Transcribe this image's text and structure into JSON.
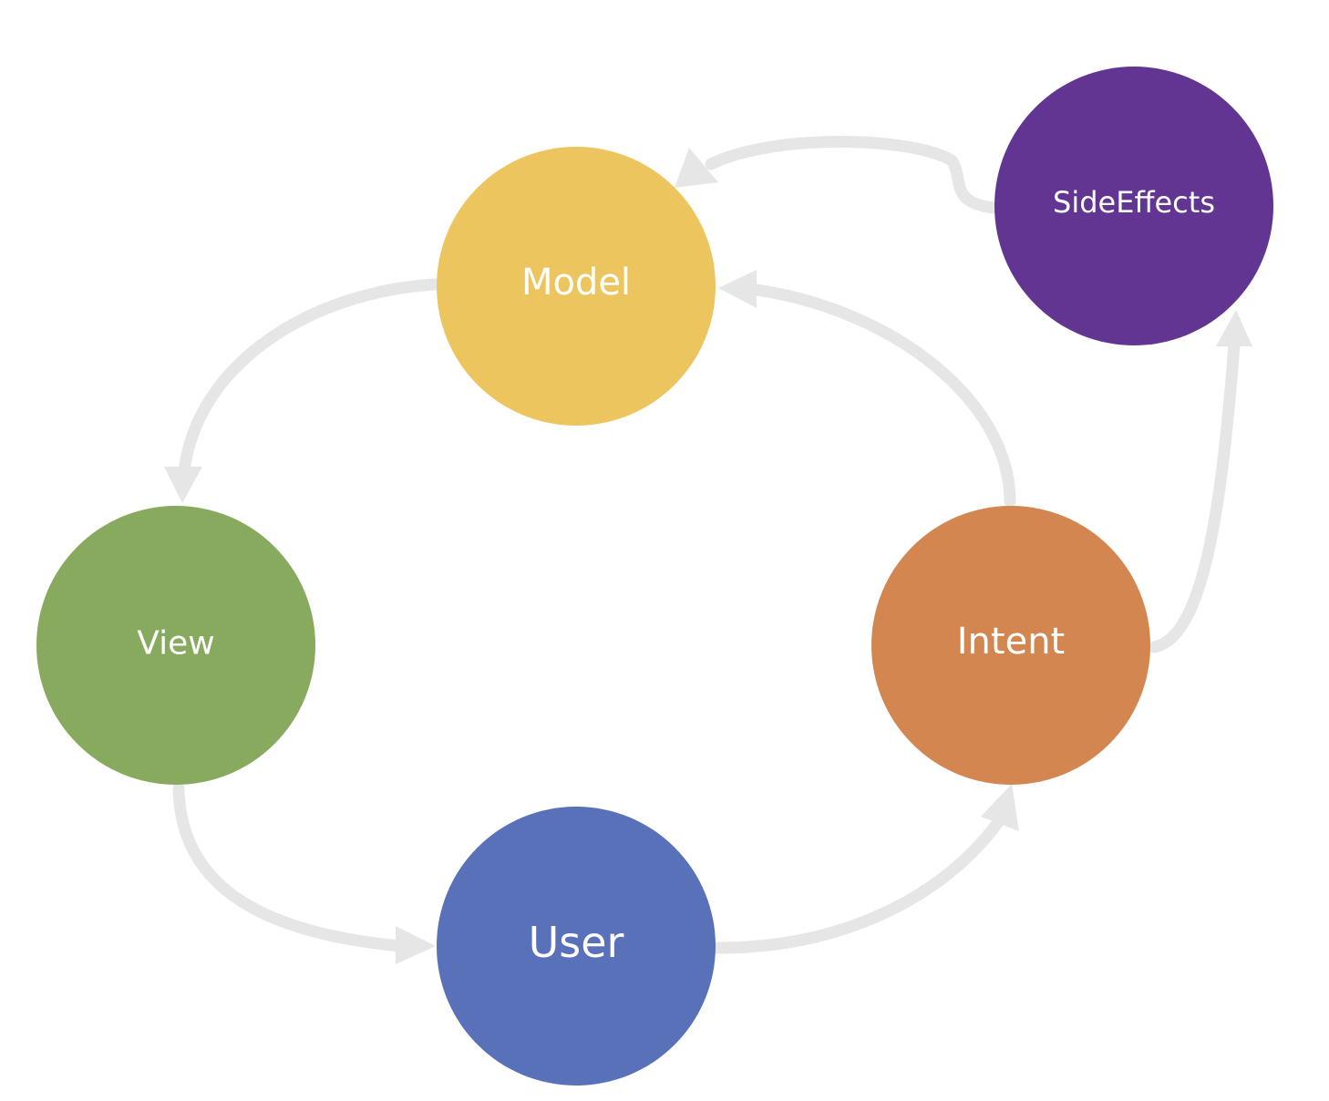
{
  "nodes": {
    "model": {
      "label": "Model",
      "color": "#EDC55F"
    },
    "view": {
      "label": "View",
      "color": "#88AA5F"
    },
    "user": {
      "label": "User",
      "color": "#5871B8"
    },
    "intent": {
      "label": "Intent",
      "color": "#D38650"
    },
    "side_effects": {
      "label": "SideEffects",
      "color": "#633592"
    }
  },
  "edges": [
    {
      "from": "Model",
      "to": "View"
    },
    {
      "from": "View",
      "to": "User"
    },
    {
      "from": "User",
      "to": "Intent"
    },
    {
      "from": "Intent",
      "to": "Model"
    },
    {
      "from": "Intent",
      "to": "SideEffects"
    },
    {
      "from": "SideEffects",
      "to": "Model"
    }
  ],
  "edge_color": "#E6E6E6"
}
